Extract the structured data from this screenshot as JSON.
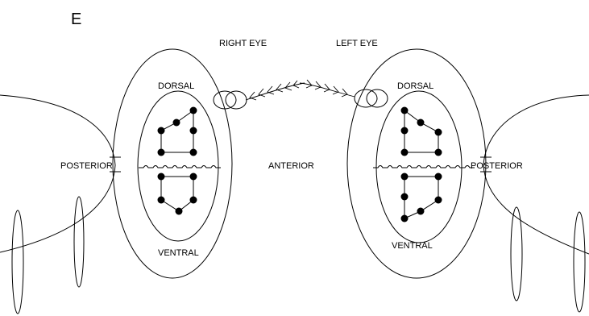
{
  "panel_label": "E",
  "labels": {
    "right_eye": "RIGHT EYE",
    "left_eye": "LEFT EYE",
    "dorsal_left": "DORSAL",
    "dorsal_right": "DORSAL",
    "ventral_left": "VENTRAL",
    "ventral_right": "VENTRAL",
    "posterior_left": "POSTERIOR",
    "posterior_right": "POSTERIOR",
    "anterior": "ANTERIOR"
  },
  "colors": {
    "line": "#000000",
    "background": "#ffffff",
    "dot": "#000000"
  }
}
